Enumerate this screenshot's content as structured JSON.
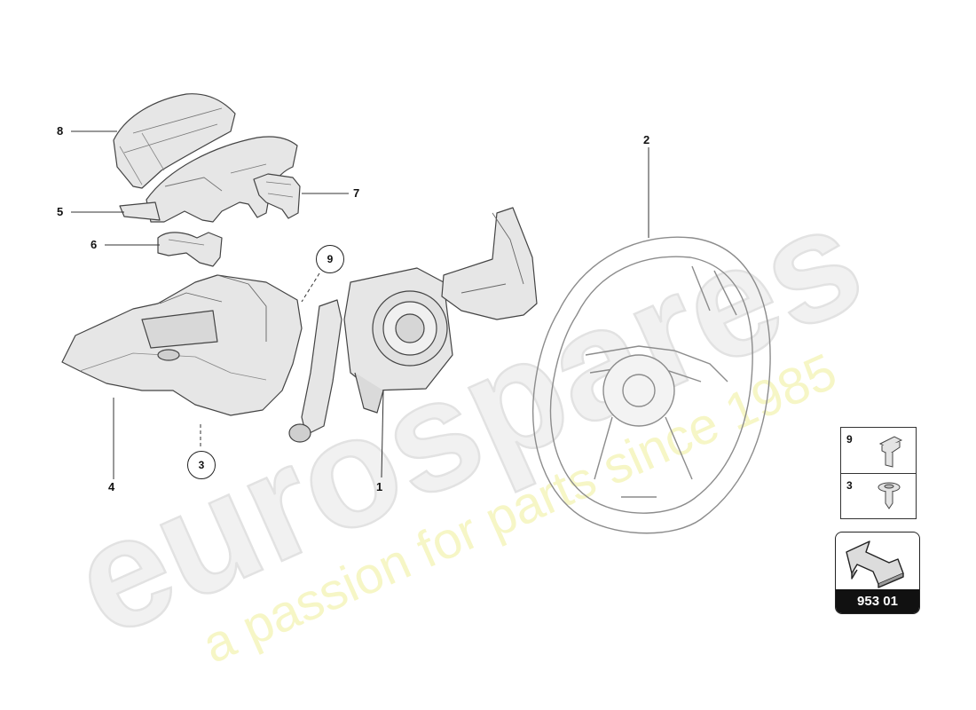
{
  "watermark": {
    "brand": "eurospares",
    "tagline": "a passion for parts since 1985"
  },
  "callouts": {
    "c1": "1",
    "c2": "2",
    "c3": "3",
    "c4": "4",
    "c5": "5",
    "c6": "6",
    "c7": "7",
    "c8": "8",
    "c9": "9"
  },
  "legend": {
    "items": [
      {
        "number": "9",
        "icon": "flange-bolt-icon"
      },
      {
        "number": "3",
        "icon": "expanding-rivet-icon"
      }
    ]
  },
  "reference": {
    "label": "953 01",
    "icon": "direction-arrow-icon"
  },
  "colors": {
    "line": "#333333",
    "part_fill": "#e4e4e4",
    "wheel_stroke": "#8a8a8a",
    "watermark_grey": "#ececec",
    "watermark_yellow": "#f2f2b0",
    "ref_label_bg": "#111111"
  }
}
